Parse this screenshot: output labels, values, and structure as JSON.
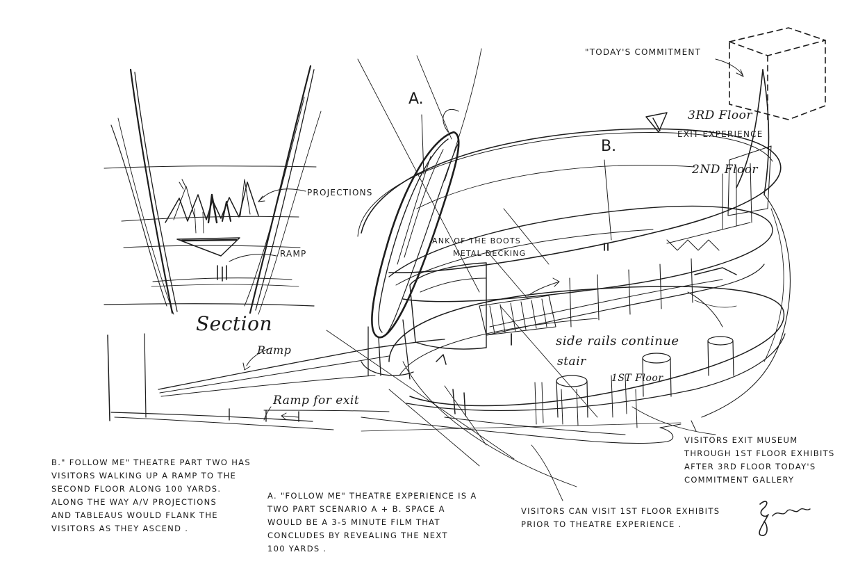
{
  "labels": {
    "section": "Section",
    "projections": "PROJECTIONS",
    "ramp_section": "RAMP",
    "ramp": "Ramp",
    "ramp_for_exit": "Ramp for exit",
    "marker_a": "A.",
    "marker_b": "B.",
    "todays_commitment": "\"TODAY'S COMMITMENT",
    "third_floor": "3RD Floor",
    "exit_experience": "EXIT EXPERIENCE",
    "second_floor": "2ND Floor",
    "first_floor": "1ST Floor",
    "metal_decking_a": "ANK OF THE BOOTS",
    "metal_decking_b": "METAL DECKING",
    "side_rails": "side rails continue",
    "stair": "stair"
  },
  "notes": {
    "b": {
      "lines": [
        "B.\" FOLLOW ME\" THEATRE PART TWO HAS",
        "VISITORS WALKING UP A RAMP TO THE",
        "SECOND FLOOR ALONG 100 YARDS.",
        "ALONG THE WAY A/V PROJECTIONS",
        "AND TABLEAUS WOULD FLANK THE",
        "VISITORS AS THEY ASCEND ."
      ]
    },
    "a": {
      "lines": [
        "A. \"FOLLOW ME\" THEATRE EXPERIENCE IS A",
        "TWO PART SCENARIO A + B. SPACE A",
        "WOULD BE A 3-5 MINUTE FILM THAT",
        "CONCLUDES BY REVEALING THE NEXT",
        "100 YARDS ."
      ]
    },
    "visit": {
      "lines": [
        "VISITORS CAN VISIT 1ST FLOOR EXHIBITS",
        "PRIOR TO THEATRE EXPERIENCE ."
      ]
    },
    "exit": {
      "lines": [
        "VISITORS EXIT MUSEUM",
        "THROUGH 1ST FLOOR EXHIBITS",
        "AFTER 3RD FLOOR TODAY'S",
        "COMMITMENT GALLERY"
      ]
    }
  },
  "icons": {
    "signature": "signature-mark",
    "cube": "dashed-cube-icon",
    "arrow": "arrow-icon"
  },
  "colors": {
    "ink": "#1e1e1e",
    "paper": "#ffffff"
  }
}
